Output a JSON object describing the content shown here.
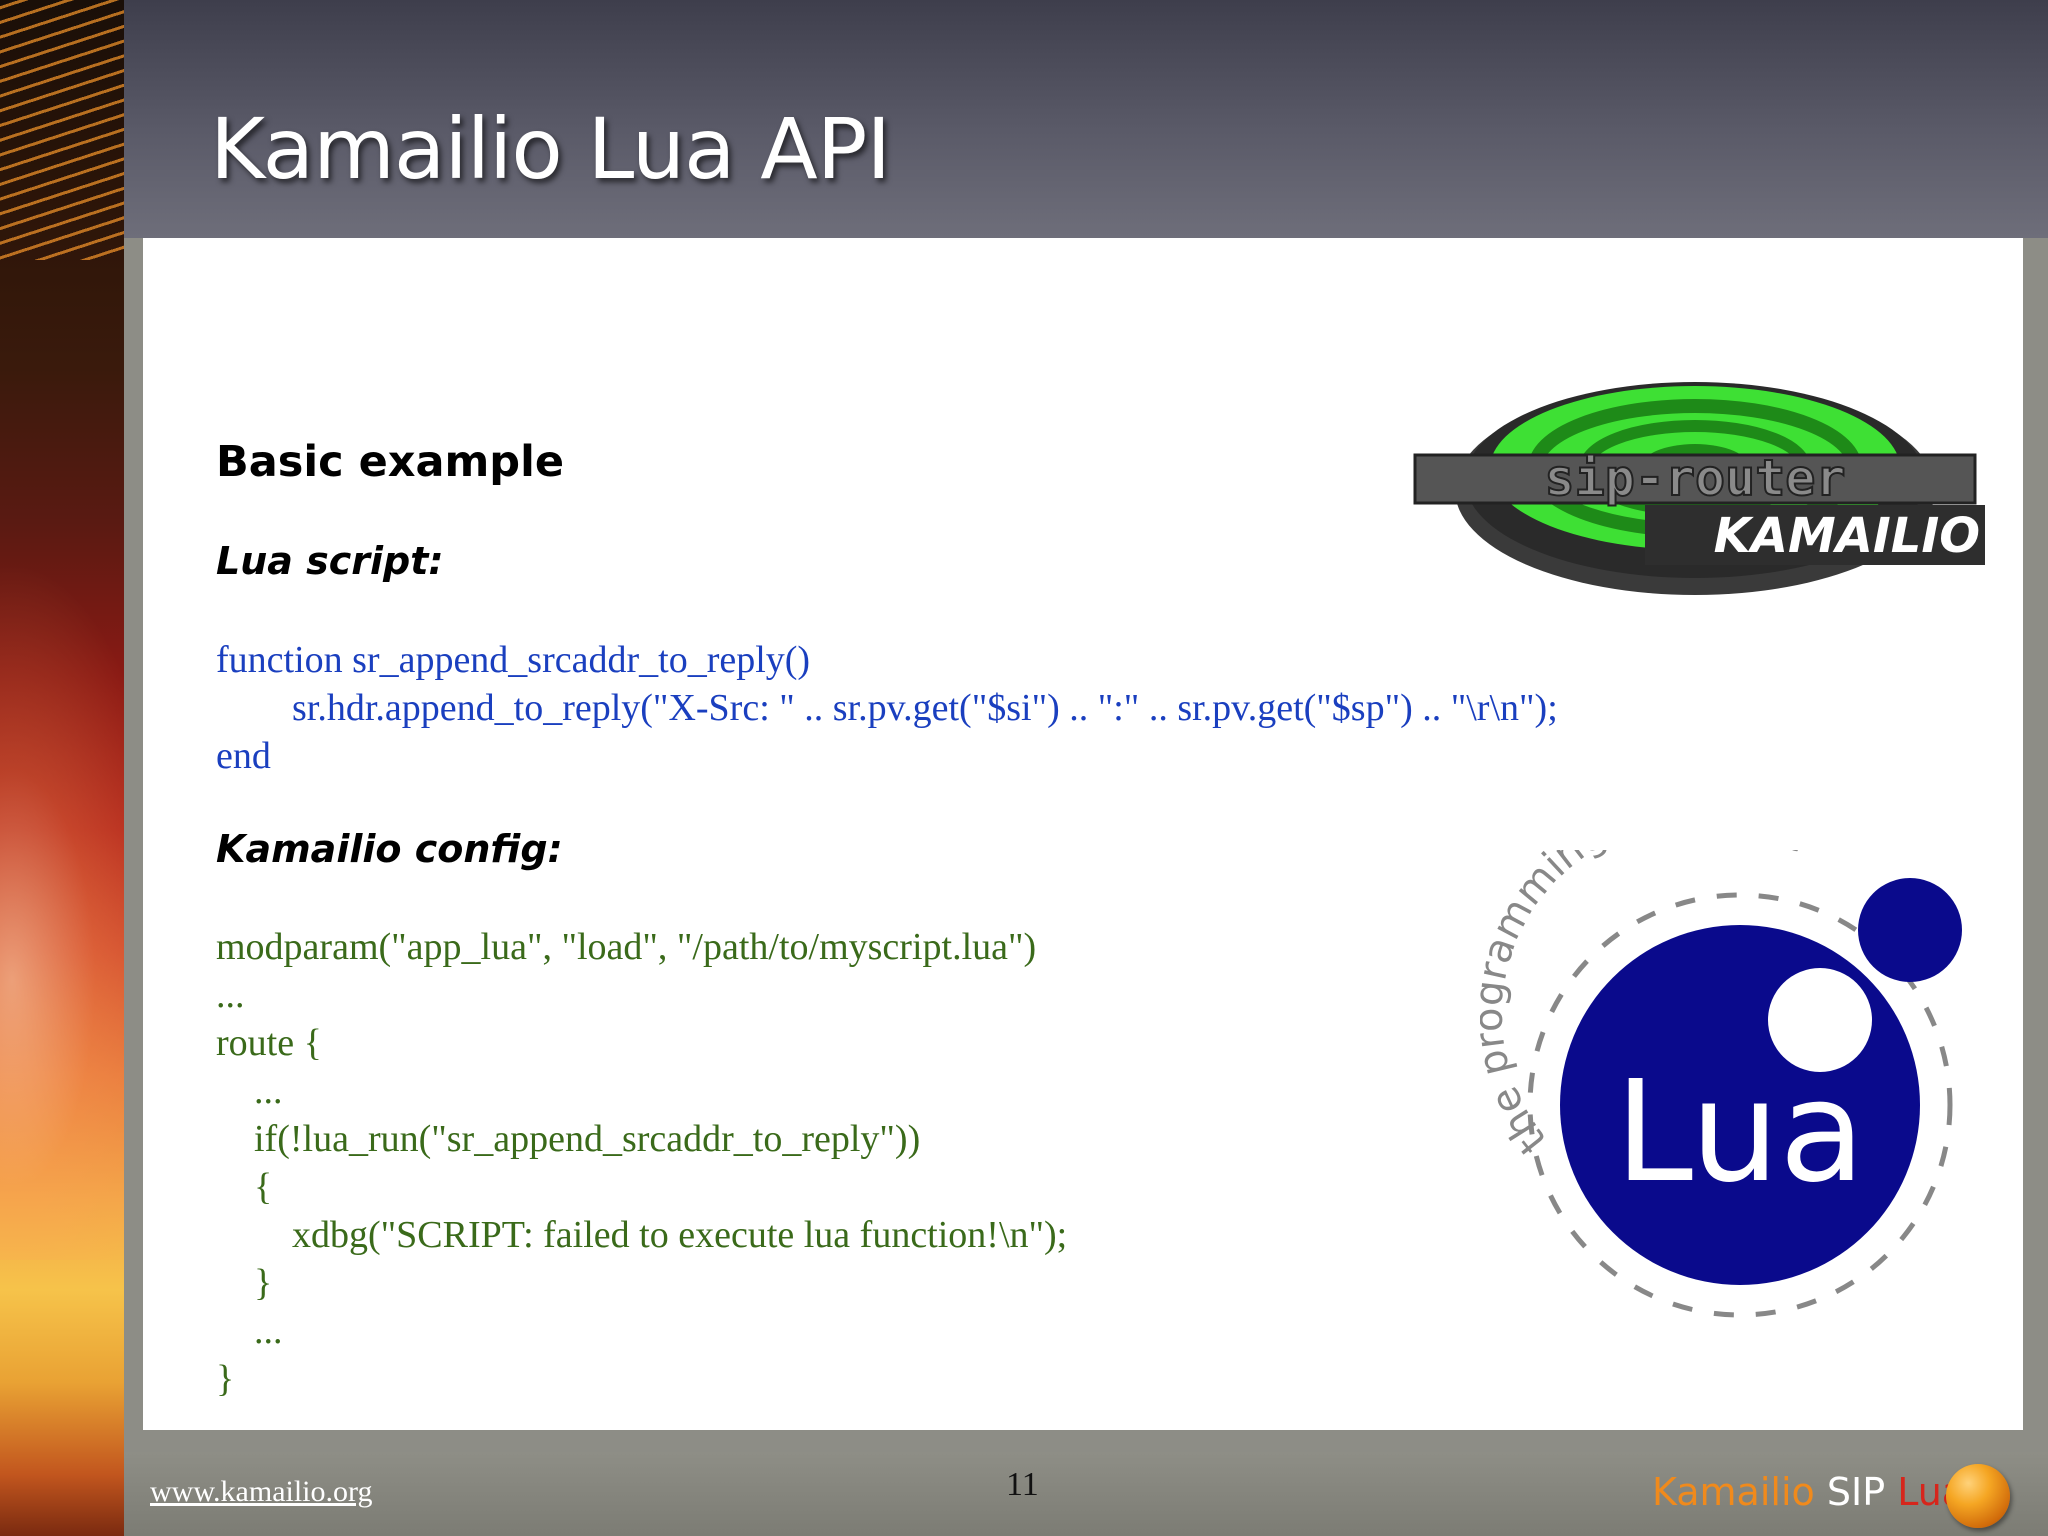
{
  "slide": {
    "title": "Kamailio Lua API"
  },
  "content": {
    "heading": "Basic example",
    "lua_label": "Lua script:",
    "lua_code": [
      "function sr_append_srcaddr_to_reply()",
      "        sr.hdr.append_to_reply(\"X-Src: \" .. sr.pv.get(\"$si\") .. \":\" .. sr.pv.get(\"$sp\") .. \"\\r\\n\");",
      "end"
    ],
    "config_label": "Kamailio config:",
    "config_code": [
      "modparam(\"app_lua\", \"load\", \"/path/to/myscript.lua\")",
      "...",
      "route {",
      "    ...",
      "    if(!lua_run(\"sr_append_srcaddr_to_reply\"))",
      "    {",
      "        xdbg(\"SCRIPT: failed to execute lua function!\\n\");",
      "    }",
      "    ...",
      "}"
    ]
  },
  "logos": {
    "sip_router": {
      "icon": "sip-router-logo",
      "text_top": "sip-router",
      "text_bottom": "KAMAILIO",
      "colors": {
        "green": "#3ee034",
        "dark": "#2a2a2a"
      }
    },
    "lua": {
      "icon": "lua-logo",
      "ring_text": "the programming language",
      "center_text": "Lua",
      "colors": {
        "blue": "#0a0a8c"
      }
    }
  },
  "footer": {
    "url": "www.kamailio.org",
    "page_number": "11",
    "brand_word1": "Kamailio",
    "brand_word2": "SIP",
    "brand_word3": "Lua",
    "brand_colors": {
      "kamailio": "#f08a1c",
      "sip": "#ffffff",
      "lua": "#d6261c"
    }
  }
}
